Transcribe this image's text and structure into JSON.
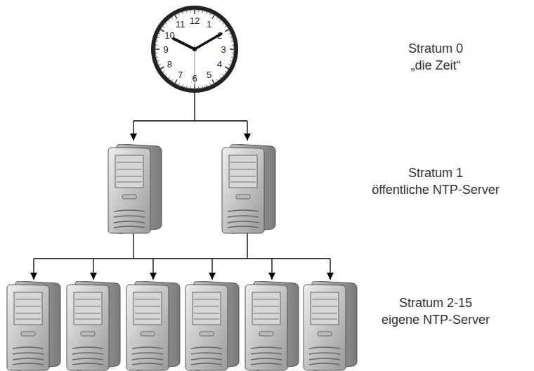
{
  "diagram": {
    "labels": [
      "Stratum 0",
      "„die Zeit“",
      "Stratum 1",
      "öffentliche NTP-Server",
      "Stratum 2-15",
      "eigene NTP-Server",
      "12",
      "1",
      "2",
      "3",
      "4",
      "5",
      "6",
      "7",
      "8",
      "9",
      "10",
      "11"
    ]
  }
}
